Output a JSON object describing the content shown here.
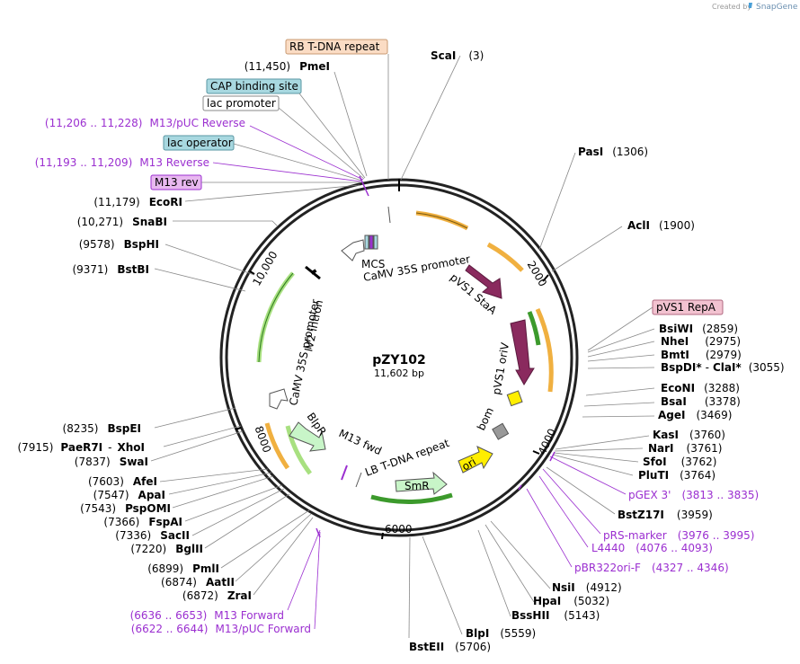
{
  "plasmid": {
    "name": "pZY102",
    "size_label": "11,602 bp"
  },
  "credit": {
    "created_by": "Created by",
    "brand": "SnapGene"
  },
  "ticks": [
    "2000",
    "4000",
    "6000",
    "8000",
    "10,000"
  ],
  "enzymes_right": [
    {
      "name": "ScaI",
      "pos": "(3)"
    },
    {
      "name": "PasI",
      "pos": "(1306)"
    },
    {
      "name": "AclI",
      "pos": "(1900)"
    },
    {
      "name": "BsiWI",
      "pos": "(2859)"
    },
    {
      "name": "NheI",
      "pos": "(2975)"
    },
    {
      "name": "BmtI",
      "pos": "(2979)"
    },
    {
      "name": "BspDI",
      "star": "*",
      "sep": "-",
      "name2": "ClaI",
      "star2": "*",
      "pos": "(3055)"
    },
    {
      "name": "EcoNI",
      "pos": "(3288)"
    },
    {
      "name": "BsaI",
      "pos": "(3378)"
    },
    {
      "name": "AgeI",
      "pos": "(3469)"
    },
    {
      "name": "KasI",
      "pos": "(3760)"
    },
    {
      "name": "NarI",
      "pos": "(3761)"
    },
    {
      "name": "SfoI",
      "pos": "(3762)"
    },
    {
      "name": "PluTI",
      "pos": "(3764)"
    },
    {
      "name": "BstZ17I",
      "pos": "(3959)"
    },
    {
      "name": "NsiI",
      "pos": "(4912)"
    },
    {
      "name": "HpaI",
      "pos": "(5032)"
    },
    {
      "name": "BssHII",
      "pos": "(5143)"
    },
    {
      "name": "BlpI",
      "pos": "(5559)"
    },
    {
      "name": "BstEII",
      "pos": "(5706)"
    }
  ],
  "enzymes_left": [
    {
      "name": "PmeI",
      "pos": "(11,450)"
    },
    {
      "name": "EcoRI",
      "pos": "(11,179)"
    },
    {
      "name": "SnaBI",
      "pos": "(10,271)"
    },
    {
      "name": "BspHI",
      "pos": "(9578)"
    },
    {
      "name": "BstBI",
      "pos": "(9371)"
    },
    {
      "name": "BspEI",
      "pos": "(8235)"
    },
    {
      "name": "PaeR7I",
      "sep": "-",
      "name2": "XhoI",
      "pos": "(7915)"
    },
    {
      "name": "SwaI",
      "pos": "(7837)"
    },
    {
      "name": "AfeI",
      "pos": "(7603)"
    },
    {
      "name": "ApaI",
      "pos": "(7547)"
    },
    {
      "name": "PspOMI",
      "pos": "(7543)"
    },
    {
      "name": "FspAI",
      "pos": "(7366)"
    },
    {
      "name": "SacII",
      "pos": "(7336)"
    },
    {
      "name": "BglII",
      "pos": "(7220)"
    },
    {
      "name": "PmlI",
      "pos": "(6899)"
    },
    {
      "name": "AatII",
      "pos": "(6874)"
    },
    {
      "name": "ZraI",
      "pos": "(6872)"
    }
  ],
  "primers": [
    {
      "name": "M13/pUC Reverse",
      "range": "(11,206 .. 11,228)"
    },
    {
      "name": "M13 Reverse",
      "range": "(11,193 .. 11,209)"
    },
    {
      "name": "pGEX 3'",
      "range": "(3813 .. 3835)"
    },
    {
      "name": "pRS-marker",
      "range": "(3976 .. 3995)"
    },
    {
      "name": "L4440",
      "range": "(4076 .. 4093)"
    },
    {
      "name": "pBR322ori-F",
      "range": "(4327 .. 4346)"
    },
    {
      "name": "M13 Forward",
      "range": "(6636 .. 6653)"
    },
    {
      "name": "M13/pUC Forward",
      "range": "(6622 .. 6644)"
    }
  ],
  "boxed_features": [
    {
      "name": "RB T-DNA repeat",
      "fill": "#fbdcc4",
      "stroke": "#c89a72"
    },
    {
      "name": "CAP binding site",
      "fill": "#a8d8e0",
      "stroke": "#5a97a3"
    },
    {
      "name": "lac promoter",
      "fill": "#ffffff",
      "stroke": "#888888"
    },
    {
      "name": "lac operator",
      "fill": "#a8d8e0",
      "stroke": "#5a97a3"
    },
    {
      "name": "M13 rev",
      "fill": "#e8b8f0",
      "stroke": "#9b2fd0"
    },
    {
      "name": "pVS1 RepA",
      "fill": "#f2c2d0",
      "stroke": "#b06880"
    }
  ],
  "inner_features": {
    "mcs": "MCS",
    "camv_top": "CaMV 35S promoter",
    "pvs1_staa": "pVS1 StaA",
    "pvs1_oriv": "pVS1 oriV",
    "bom": "bom",
    "ori": "ori",
    "smr": "SmR",
    "lb": "LB T-DNA repeat",
    "m13fwd": "M13 fwd",
    "blpr": "BlpR",
    "camv_left": "CaMV 35S promoter",
    "iv2": "IV2 intron"
  },
  "colors": {
    "primer": "#9b2fd0",
    "orange_feature": "#f0b040",
    "green_feature": "#3c9a2c",
    "staa": "#8a2a5e",
    "ori": "#ffee00",
    "smr": "#c8f5c8"
  }
}
